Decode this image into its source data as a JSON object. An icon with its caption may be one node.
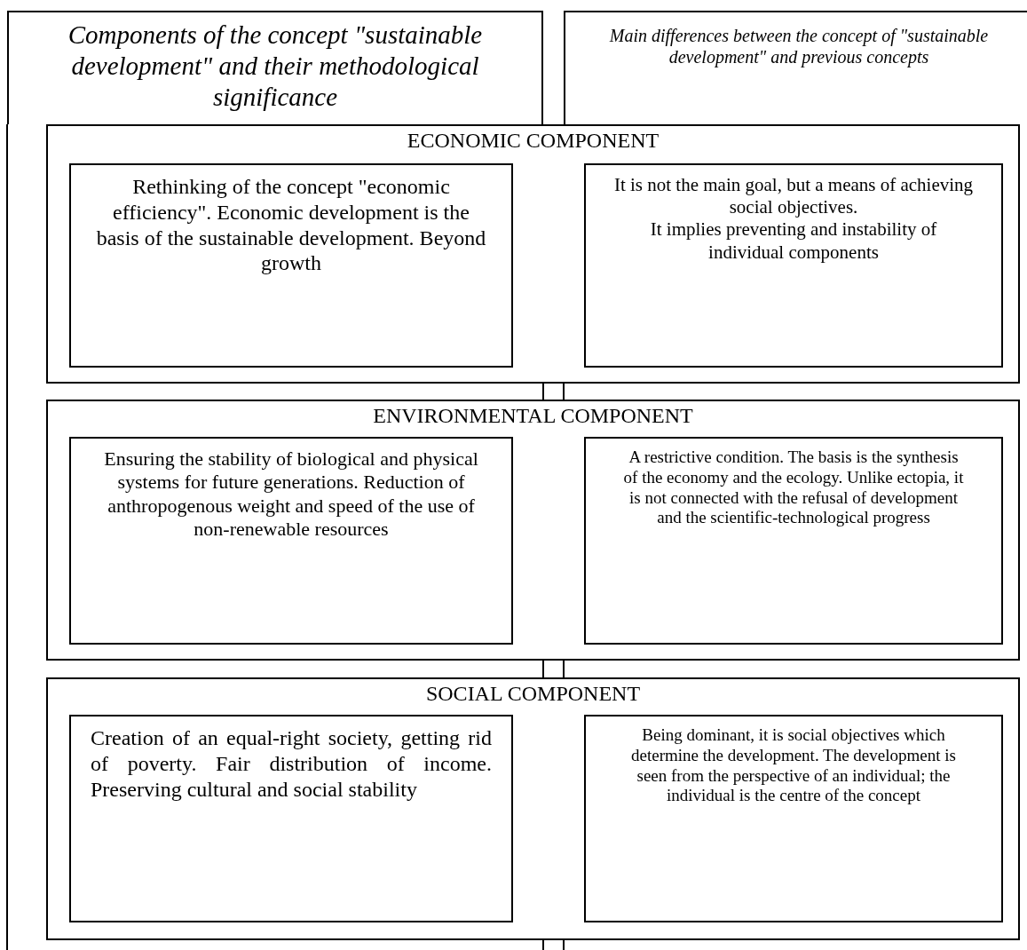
{
  "diagram": {
    "nodes": [
      {
        "text": [
          "Components of the concept \"sustainable development\" and their methodological significance"
        ]
      },
      {
        "text": [
          "Main differences between the concept of \"sustainable development\" and previous concepts"
        ]
      },
      {
        "text": [
          "ECONOMIC COMPONENT"
        ]
      },
      {
        "text": [
          "Rethinking of the concept \"economic efficiency\". Economic development is the basis of the sustainable development. Beyond growth"
        ],
        "in": 2
      },
      {
        "text": [
          "It is not the main goal, but a means of achieving social objectives.",
          "It implies preventing and instability of individual components"
        ],
        "in": 2
      },
      {
        "text": [
          "ENVIRONMENTAL COMPONENT"
        ]
      },
      {
        "text": [
          "Ensuring the stability of biological and physical systems for future generations. Reduction of anthropogenous weight and speed of the use of non-renewable resources"
        ],
        "in": 5
      },
      {
        "text": [
          "A restrictive condition. The basis is the synthesis of the economy and the ecology. Unlike ectopia, it is not connected with the refusal of development and the scientific-technological progress"
        ],
        "in": 5
      },
      {
        "text": [
          "SOCIAL COMPONENT"
        ]
      },
      {
        "text": [
          "Creation of an equal-right society, getting rid of poverty. Fair distribution of income. Preserving cultural and social stability"
        ],
        "in": 8
      },
      {
        "text": [
          "Being dominant, it is social objectives which determine the development. The development is seen from the perspective of an individual; the individual is the centre of the concept"
        ],
        "in": 8
      }
    ]
  }
}
